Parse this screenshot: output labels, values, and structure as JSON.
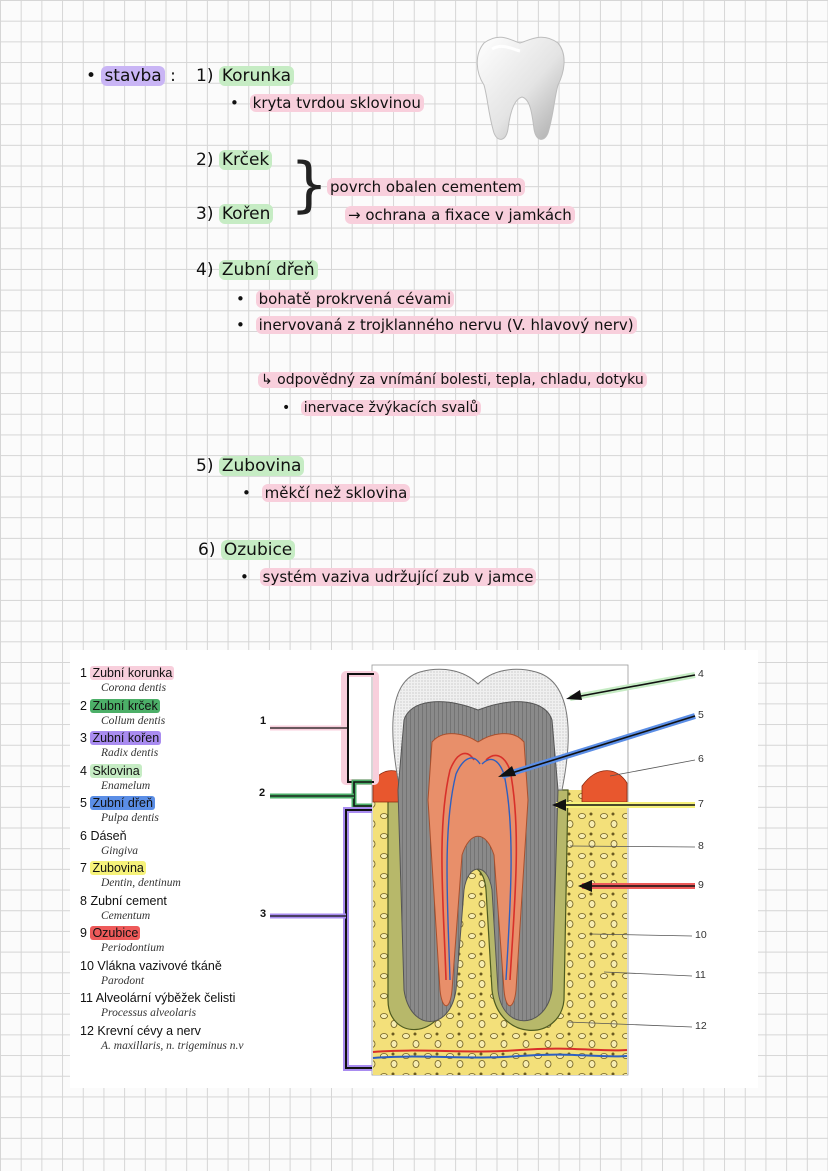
{
  "notes": {
    "heading": "stavba",
    "heading_sep": ":",
    "s1_num": "1)",
    "s1": "Korunka",
    "s1_b1": "kryta tvrdou sklovinou",
    "s2_num": "2)",
    "s2": "Krček",
    "s3_num": "3)",
    "s3": "Kořen",
    "s23_a": "povrch obalen cementem",
    "s23_b": "→ ochrana a fixace v jamkách",
    "s4_num": "4)",
    "s4": "Zubní dřeň",
    "s4_b1": "bohatě prokrvená cévami",
    "s4_b2": "inervovaná z trojklanného nervu (V. hlavový nerv)",
    "s4_sub1": "↳ odpovědný za vnímání bolesti, tepla, chladu, dotyku",
    "s4_sub2": "inervace žvýkacích svalů",
    "s5_num": "5)",
    "s5": "Zubovina",
    "s5_b1": "měkčí než sklovina",
    "s6_num": "6)",
    "s6": "Ozubice",
    "s6_b1": "systém vaziva udržující zub v jamce"
  },
  "legend": [
    {
      "cz": "1 Zubní korunka",
      "lat": "Corona dentis",
      "color": "#f8cfdc"
    },
    {
      "cz": "2 Zubní krček",
      "lat": "Collum dentis",
      "color": "#4caf68"
    },
    {
      "cz": "3 Zubní kořen",
      "lat": "Radix dentis",
      "color": "#a98cf0"
    },
    {
      "cz": "4 Sklovina",
      "lat": "Enamelum",
      "color": "#c6ecc4"
    },
    {
      "cz": "5 Zubní dřeň",
      "lat": "Pulpa dentis",
      "color": "#5b8ee6"
    },
    {
      "cz": "6 Dáseň",
      "lat": "Gingiva",
      "color": ""
    },
    {
      "cz": "7 Zubovina",
      "lat": "Dentin, dentinum",
      "color": "#f6f27a"
    },
    {
      "cz": "8 Zubní cement",
      "lat": "Cementum",
      "color": ""
    },
    {
      "cz": "9 Ozubice",
      "lat": "Periodontium",
      "color": "#ee5a5a"
    },
    {
      "cz": "10 Vlákna vazivové tkáně",
      "lat": "Parodont",
      "color": ""
    },
    {
      "cz": "11 Alveolární výběžek čelisti",
      "lat": "Processus alveolaris",
      "color": ""
    },
    {
      "cz": "12 Krevní cévy a nerv",
      "lat": "A. maxillaris, n. trigeminus n.v",
      "color": ""
    }
  ],
  "bracket_labels": {
    "b1": "1",
    "b2": "2",
    "b3": "3"
  },
  "callouts": {
    "n4": "4",
    "n5": "5",
    "n6": "6",
    "n7": "7",
    "n8": "8",
    "n9": "9",
    "n10": "10",
    "n11": "11",
    "n12": "12"
  },
  "colors": {
    "enamel": "#efefef",
    "dentin": "#8d8d8d",
    "pulp": "#e88f6a",
    "bone": "#f3e07a",
    "gum": "#e8572e",
    "vessel_red": "#d8302a",
    "vessel_blue": "#2e5fc0"
  }
}
